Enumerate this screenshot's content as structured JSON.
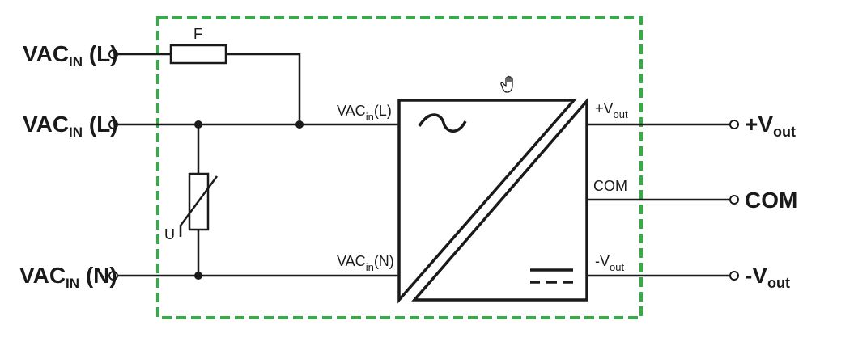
{
  "colors": {
    "boundary": "#3aaa48",
    "line": "#1a1a1a",
    "background": "#ffffff"
  },
  "terminals": {
    "in_l1": {
      "main": "VAC",
      "sub": "IN",
      "suffix": " (L)"
    },
    "in_l2": {
      "main": "VAC",
      "sub": "IN",
      "suffix": " (L)"
    },
    "in_n": {
      "main": "VAC",
      "sub": "IN",
      "suffix": " (N)"
    },
    "out_pos": {
      "main": "+V",
      "sub": "out"
    },
    "out_com": {
      "main": "COM"
    },
    "out_neg": {
      "main": "-V",
      "sub": "out"
    }
  },
  "components": {
    "fuse_label": "F",
    "varistor_label": "U"
  },
  "converter": {
    "in_l": {
      "main": "VAC",
      "sub": "in",
      "suffix": "(L)"
    },
    "in_n": {
      "main": "VAC",
      "sub": "in",
      "suffix": "(N)"
    },
    "out_pos": {
      "main": "+V",
      "sub": "out"
    },
    "out_com": {
      "main": "COM"
    },
    "out_neg": {
      "main": "-V",
      "sub": "out"
    },
    "ac_symbol": "ac-sine-icon",
    "dc_symbol": "dc-lines-icon"
  },
  "cursor_icon": "hand-cursor-icon"
}
